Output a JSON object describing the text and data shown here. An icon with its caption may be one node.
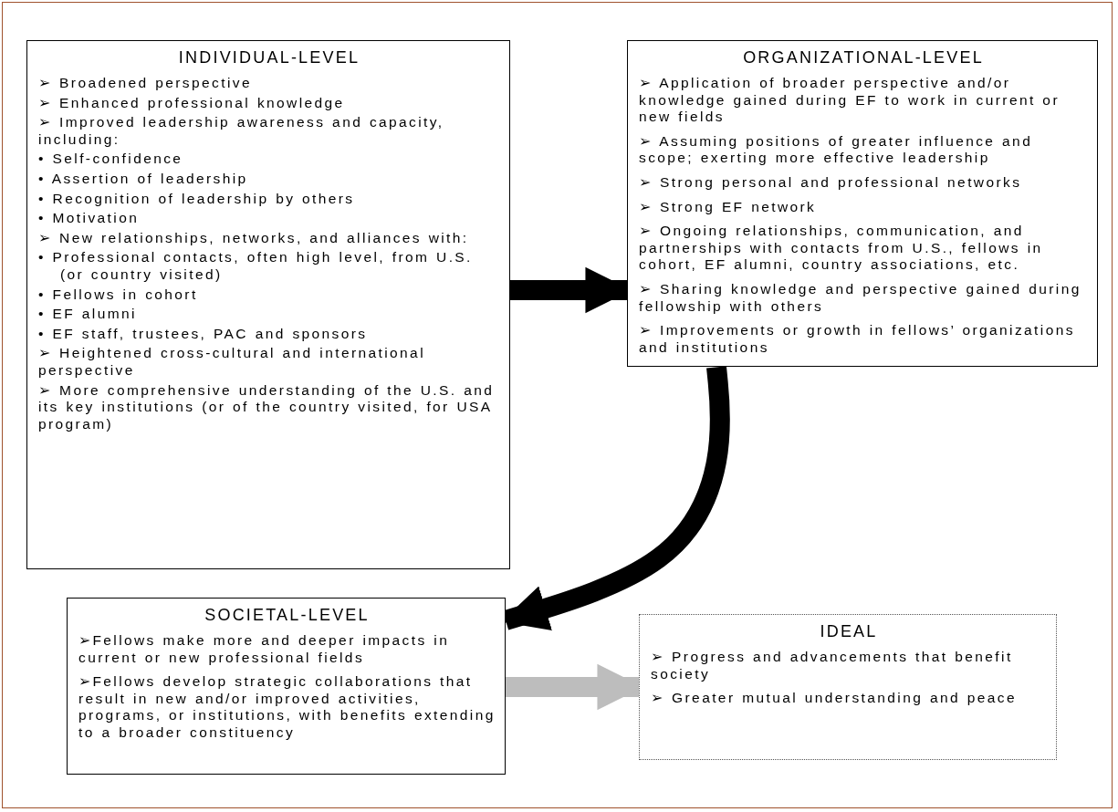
{
  "diagram": {
    "nodes": [
      {
        "text": [
          "INDIVIDUAL-LEVEL",
          "➢ Broadened perspective",
          "➢ Enhanced professional knowledge",
          "➢ Improved leadership awareness and capacity, including:",
          "• Self-confidence",
          "• Assertion of leadership",
          "• Recognition of leadership by others",
          "• Motivation",
          "➢ New relationships, networks, and alliances with:",
          "• Professional contacts, often high level, from U.S. (or country visited)",
          "• Fellows in cohort",
          "• EF alumni",
          "• EF staff, trustees, PAC and sponsors",
          "➢ Heightened cross-cultural and international perspective",
          "➢ More comprehensive understanding of the U.S. and its key institutions (or of the country visited, for USA program)"
        ]
      },
      {
        "text": [
          "ORGANIZATIONAL-LEVEL",
          "➢ Application of broader perspective and/or knowledge gained during EF to work in current or new fields",
          "➢ Assuming positions of greater influence and scope; exerting more effective leadership",
          "➢ Strong personal and professional networks",
          "➢ Strong EF network",
          "➢ Ongoing relationships, communication, and partnerships with contacts from U.S., fellows in cohort, EF alumni, country associations, etc.",
          "➢ Sharing knowledge and perspective gained during fellowship with others",
          "➢ Improvements or growth in fellows’ organizations and institutions"
        ]
      },
      {
        "text": [
          "SOCIETAL-LEVEL",
          "➢Fellows make more and deeper impacts in current or new professional fields",
          "➢Fellows develop strategic collaborations that result in new and/or improved activities, programs, or institutions, with benefits extending to a broader constituency"
        ]
      },
      {
        "text": [
          "IDEAL",
          "➢ Progress and advancements that benefit society",
          "➢ Greater mutual understanding and peace"
        ]
      }
    ],
    "edges": [
      {
        "from": 0,
        "to": 1,
        "arrow": "to"
      },
      {
        "from": 1,
        "to": 2,
        "arrow": "to"
      },
      {
        "from": 2,
        "to": 3,
        "arrow": "to",
        "color": "#bdbdbd"
      }
    ]
  }
}
